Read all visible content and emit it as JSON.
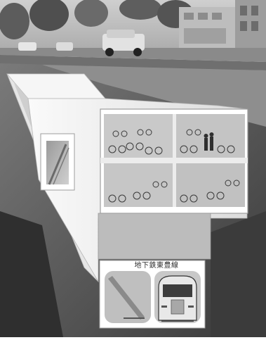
{
  "diagram": {
    "labels": {
      "subway_line": "地下鉄東豊線"
    },
    "colors": {
      "sky": "#d9d9d9",
      "road": "#6f6f6f",
      "earth": "#4a4a4a",
      "concrete": "#f2f2f2",
      "tunnel_dark": "#8a8a8a",
      "subway_car": "#e8e8e8"
    },
    "components": [
      "street-surface",
      "bicycle-parking-chambers",
      "access-walkway-tunnel",
      "subway-tunnel"
    ]
  }
}
